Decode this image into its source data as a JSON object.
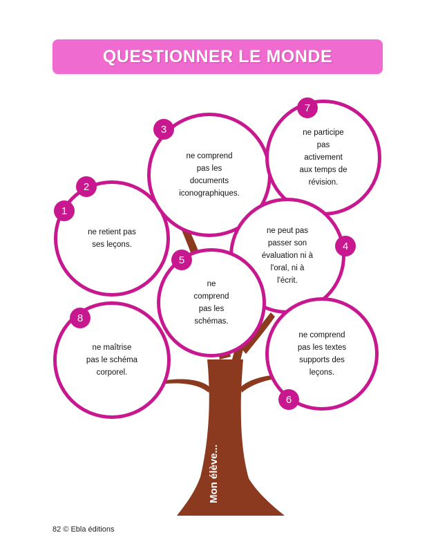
{
  "header": {
    "title": "QUESTIONNER LE MONDE"
  },
  "tree": {
    "label": "Mon élève..."
  },
  "colors": {
    "banner": "#f06bd0",
    "circle_border": "#c8188f",
    "badge": "#c8188f",
    "trunk": "#8b3a1f"
  },
  "bubbles": [
    {
      "number": "1",
      "text": "ne retient pas\nses leçons."
    },
    {
      "number": "2",
      "text": ""
    },
    {
      "number": "3",
      "text": "ne comprend\npas les\ndocuments\niconographiques."
    },
    {
      "number": "4",
      "text": "ne peut pas\npasser son\névaluation ni à\nl'oral, ni à\nl'écrit."
    },
    {
      "number": "5",
      "text": "ne\ncomprend\npas les\nschémas."
    },
    {
      "number": "6",
      "text": "ne comprend\npas les textes\nsupports des\nleçons."
    },
    {
      "number": "7",
      "text": "ne participe\npas\nactivement\naux temps de\nrévision."
    },
    {
      "number": "8",
      "text": "ne maîtrise\npas le schéma\ncorporel."
    }
  ],
  "footer": {
    "page": "82",
    "credit": "© Ebla éditions"
  }
}
